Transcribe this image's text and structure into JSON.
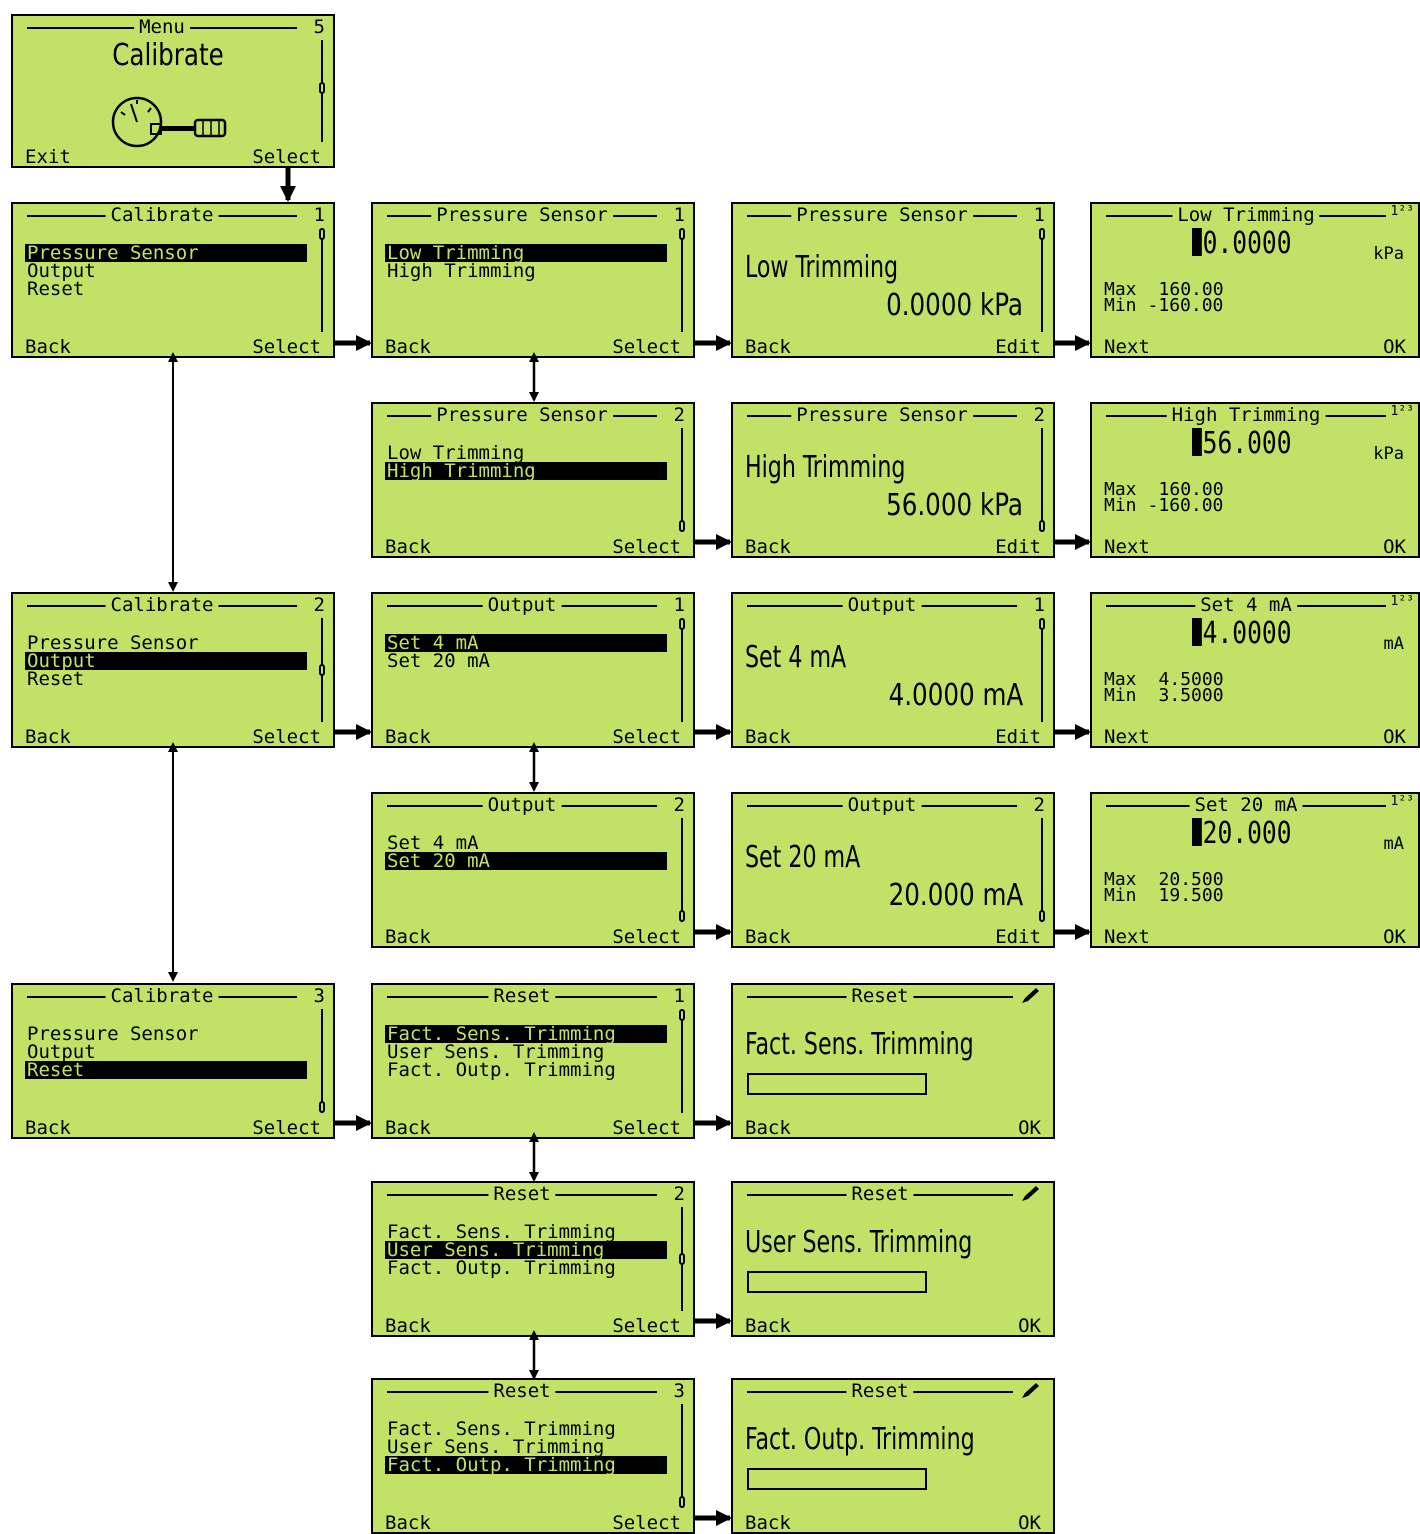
{
  "menu": {
    "title": "Menu",
    "num": "5",
    "heading": "Calibrate",
    "left": "Exit",
    "right": "Select"
  },
  "cal": [
    {
      "title": "Calibrate",
      "num": "1",
      "items": [
        "Pressure Sensor",
        "Output",
        "Reset"
      ],
      "sel": 0,
      "left": "Back",
      "right": "Select"
    },
    {
      "title": "Calibrate",
      "num": "2",
      "items": [
        "Pressure Sensor",
        "Output",
        "Reset"
      ],
      "sel": 1,
      "left": "Back",
      "right": "Select"
    },
    {
      "title": "Calibrate",
      "num": "3",
      "items": [
        "Pressure Sensor",
        "Output",
        "Reset"
      ],
      "sel": 2,
      "left": "Back",
      "right": "Select"
    }
  ],
  "sub": [
    {
      "title": "Pressure Sensor",
      "num": "1",
      "items": [
        "Low Trimming",
        "High Trimming"
      ],
      "sel": 0,
      "left": "Back",
      "right": "Select"
    },
    {
      "title": "Pressure Sensor",
      "num": "2",
      "items": [
        "Low Trimming",
        "High Trimming"
      ],
      "sel": 1,
      "left": "Back",
      "right": "Select"
    },
    {
      "title": "Output",
      "num": "1",
      "items": [
        "Set 4 mA",
        "Set 20 mA"
      ],
      "sel": 0,
      "left": "Back",
      "right": "Select"
    },
    {
      "title": "Output",
      "num": "2",
      "items": [
        "Set 4 mA",
        "Set 20 mA"
      ],
      "sel": 1,
      "left": "Back",
      "right": "Select"
    },
    {
      "title": "Reset",
      "num": "1",
      "items": [
        "Fact. Sens. Trimming",
        "User Sens. Trimming",
        "Fact. Outp. Trimming"
      ],
      "sel": 0,
      "left": "Back",
      "right": "Select"
    },
    {
      "title": "Reset",
      "num": "2",
      "items": [
        "Fact. Sens. Trimming",
        "User Sens. Trimming",
        "Fact. Outp. Trimming"
      ],
      "sel": 1,
      "left": "Back",
      "right": "Select"
    },
    {
      "title": "Reset",
      "num": "3",
      "items": [
        "Fact. Sens. Trimming",
        "User Sens. Trimming",
        "Fact. Outp. Trimming"
      ],
      "sel": 2,
      "left": "Back",
      "right": "Select"
    }
  ],
  "view": [
    {
      "title": "Pressure Sensor",
      "num": "1",
      "label": "Low Trimming",
      "value": "0.0000 kPa",
      "left": "Back",
      "right": "Edit"
    },
    {
      "title": "Pressure Sensor",
      "num": "2",
      "label": "High Trimming",
      "value": "56.000 kPa",
      "left": "Back",
      "right": "Edit"
    },
    {
      "title": "Output",
      "num": "1",
      "label": "Set 4 mA",
      "value": "4.0000 mA",
      "left": "Back",
      "right": "Edit"
    },
    {
      "title": "Output",
      "num": "2",
      "label": "Set 20 mA",
      "value": "20.000 mA",
      "left": "Back",
      "right": "Edit"
    }
  ],
  "edit": [
    {
      "title": "Low Trimming",
      "badge": "1²³",
      "value": "0.0000",
      "unit": "kPa",
      "max": "160.00",
      "min": "-160.00",
      "left": "Next",
      "right": "OK"
    },
    {
      "title": "High Trimming",
      "badge": "1²³",
      "value": "56.000",
      "unit": "kPa",
      "max": "160.00",
      "min": "-160.00",
      "left": "Next",
      "right": "OK"
    },
    {
      "title": "Set 4 mA",
      "badge": "1²³",
      "value": "4.0000",
      "unit": "mA",
      "max": "4.5000",
      "min": "3.5000",
      "left": "Next",
      "right": "OK"
    },
    {
      "title": "Set 20 mA",
      "badge": "1²³",
      "value": "20.000",
      "unit": "mA",
      "max": "20.500",
      "min": "19.500",
      "left": "Next",
      "right": "OK"
    }
  ],
  "reset": [
    {
      "title": "Reset",
      "label": "Fact. Sens. Trimming",
      "left": "Back",
      "right": "OK"
    },
    {
      "title": "Reset",
      "label": "User Sens. Trimming",
      "left": "Back",
      "right": "OK"
    },
    {
      "title": "Reset",
      "label": "Fact. Outp. Trimming",
      "left": "Back",
      "right": "OK"
    }
  ],
  "max_label": "Max",
  "min_label": "Min"
}
